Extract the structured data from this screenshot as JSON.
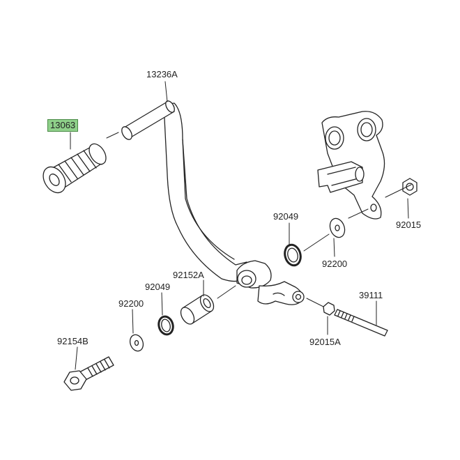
{
  "colors": {
    "line": "#222222",
    "highlight": "#8fd08a",
    "highlight_border": "#4a8a46",
    "background": "#ffffff"
  },
  "labels": {
    "p13236A": "13236A",
    "p13063": "13063",
    "p92049_top": "92049",
    "p92015": "92015",
    "p92200_right": "92200",
    "p92152A": "92152A",
    "p92049_left": "92049",
    "p92200_left": "92200",
    "p39111": "39111",
    "p92015A": "92015A",
    "p92154B": "92154B"
  },
  "highlighted_part": "13063"
}
